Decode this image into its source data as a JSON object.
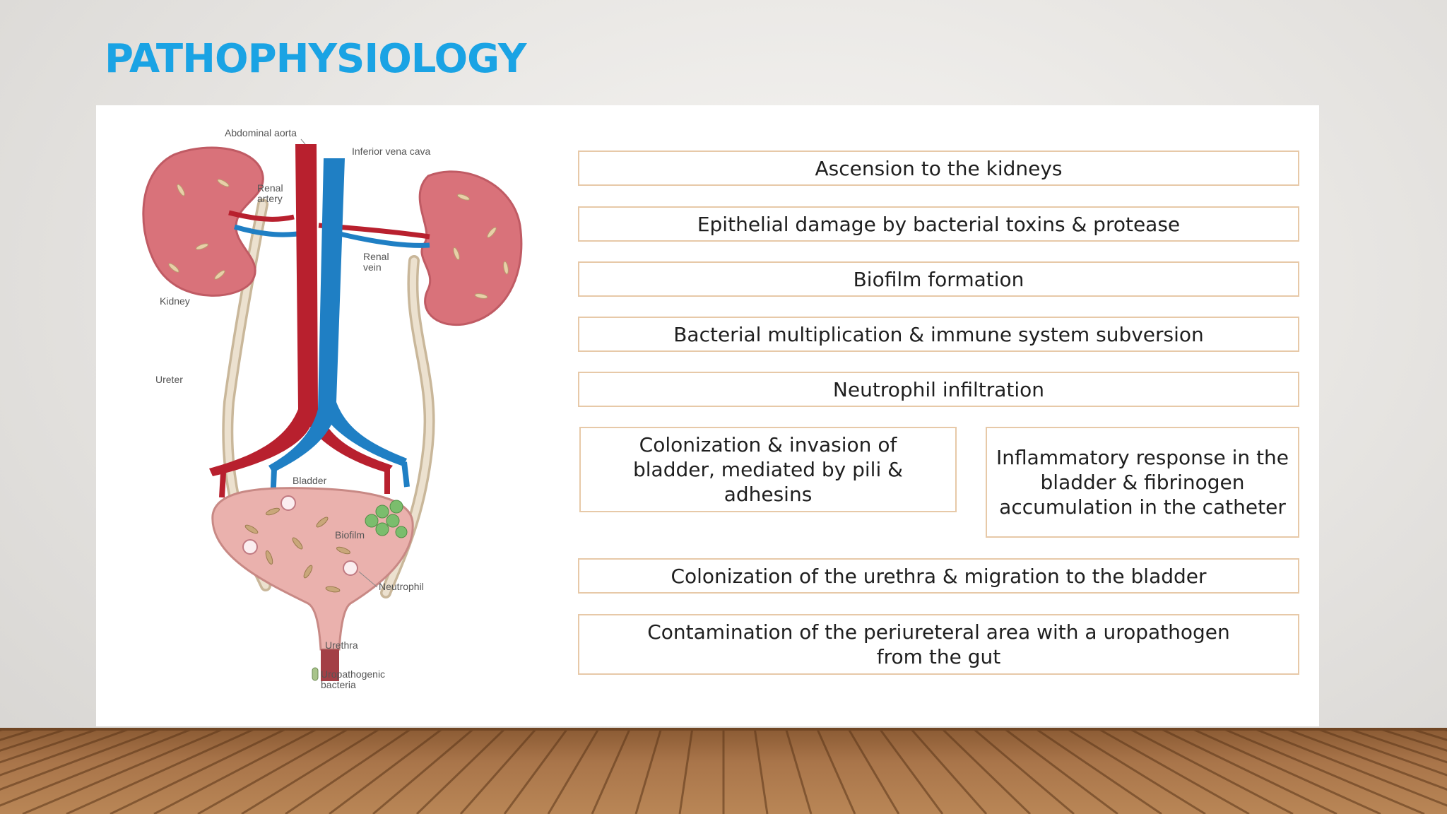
{
  "slide": {
    "title": "PATHOPHYSIOLOGY"
  },
  "anatomy": {
    "labels": {
      "abdominal_aorta": "Abdominal aorta",
      "inferior_vena_cava": "Inferior vena cava",
      "renal_artery_1": "Renal",
      "renal_artery_2": "artery",
      "renal_vein_1": "Renal",
      "renal_vein_2": "vein",
      "kidney": "Kidney",
      "ureter": "Ureter",
      "bladder": "Bladder",
      "biofilm": "Biofilm",
      "neutrophil": "Neutrophil",
      "urethra": "Urethra",
      "uropathogenic_1": "Uropathogenic",
      "uropathogenic_2": "bacteria"
    }
  },
  "steps": {
    "ascension": "Ascension to the kidneys",
    "epithelial": "Epithelial damage by bacterial toxins & protease",
    "biofilm": "Biofilm formation",
    "multiplication": "Bacterial multiplication & immune system subversion",
    "neutrophil": "Neutrophil infiltration",
    "colonization_bladder": "Colonization & invasion of bladder, mediated by pili & adhesins",
    "inflammatory": "Inflammatory response in the bladder & fibrinogen accumulation in the catheter",
    "colonization_urethra": "Colonization of the urethra & migration to the bladder",
    "contamination": "Contamination of the periureteral area with a uropathogen from the gut"
  },
  "colors": {
    "title": "#1aa3e4",
    "box_border": "#e7c9a8",
    "artery": "#b8202e",
    "vein": "#1f7fc4",
    "kidney": "#d9727a"
  }
}
